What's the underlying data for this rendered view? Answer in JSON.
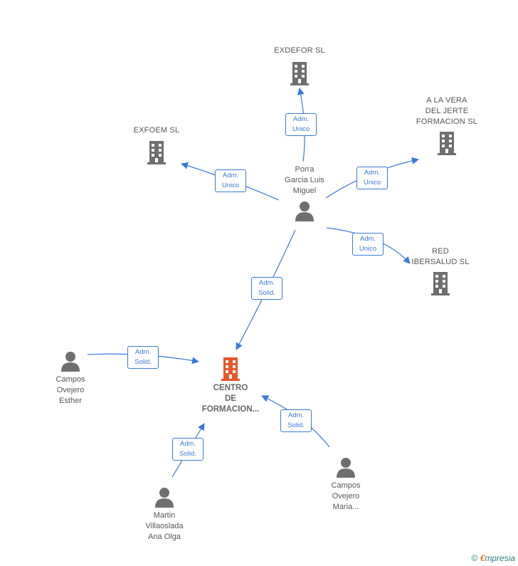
{
  "nodes": {
    "exdefor": "EXDEFOR SL",
    "exfoem": "EXFOEM  SL",
    "alavera": "A LA VERA\nDEL JERTE\nFORMACION SL",
    "red": "RED\nIBERSALUD SL",
    "porra": "Porra\nGarcia Luis\nMiguel",
    "centro": "CENTRO\nDE\nFORMACION...",
    "esther": "Campos\nOvejero\nEsther",
    "martin": "Martin\nVillaoslada\nAna Olga",
    "maria": "Campos\nOvejero\nMaria..."
  },
  "relations": {
    "r_exdefor": "Adm.\nUnico",
    "r_exfoem": "Adm.\nUnico",
    "r_alavera": "Adm.\nUnico",
    "r_red": "Adm.\nUnico",
    "r_centro": "Adm.\nSolid.",
    "r_esther": "Adm.\nSolid.",
    "r_martin": "Adm.\nSolid.",
    "r_maria": "Adm.\nSolid."
  },
  "colors": {
    "edge": "#3a7bd5",
    "company": "#6f6f6f",
    "person": "#6f6f6f",
    "focus": "#e8572a"
  },
  "footer": {
    "copyright": "©",
    "brand_e": "€",
    "brand_rest": "mpresia"
  }
}
